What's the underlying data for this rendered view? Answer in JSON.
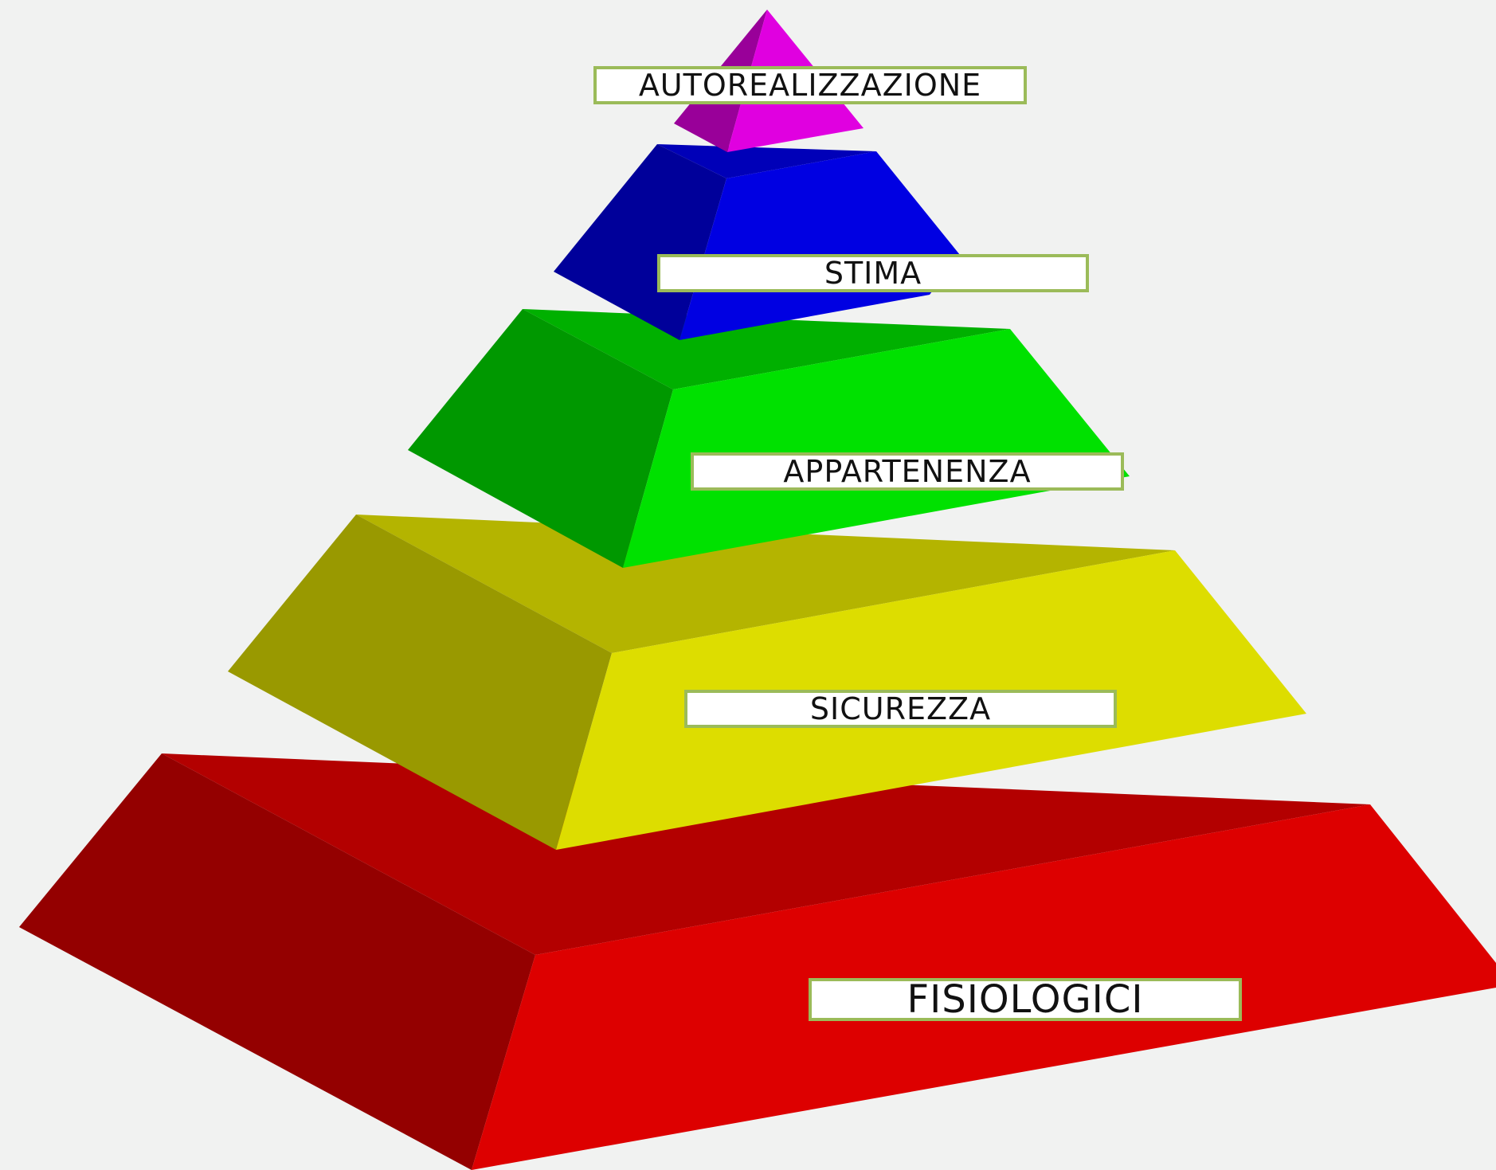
{
  "levels": [
    {
      "id": "fisiologici",
      "label": "FISIOLOGICI",
      "colors": {
        "left": "#940000",
        "top": "#b30000",
        "front": "#dd0000"
      }
    },
    {
      "id": "sicurezza",
      "label": "SICUREZZA",
      "colors": {
        "left": "#999900",
        "top": "#b4b400",
        "front": "#dddd00"
      }
    },
    {
      "id": "appartenenza",
      "label": "APPARTENENZA",
      "colors": {
        "left": "#009800",
        "top": "#00b000",
        "front": "#00e100"
      }
    },
    {
      "id": "stima",
      "label": "STIMA",
      "colors": {
        "left": "#00009a",
        "top": "#0000b8",
        "front": "#0000e2"
      }
    },
    {
      "id": "autorealizzazione",
      "label": "AUTOREALIZZAZIONE",
      "colors": {
        "left": "#990099",
        "top": "#b300b3",
        "front": "#e000e0"
      }
    }
  ],
  "label_border_color": "#9bbb59",
  "background_color": "#f1f2f1"
}
